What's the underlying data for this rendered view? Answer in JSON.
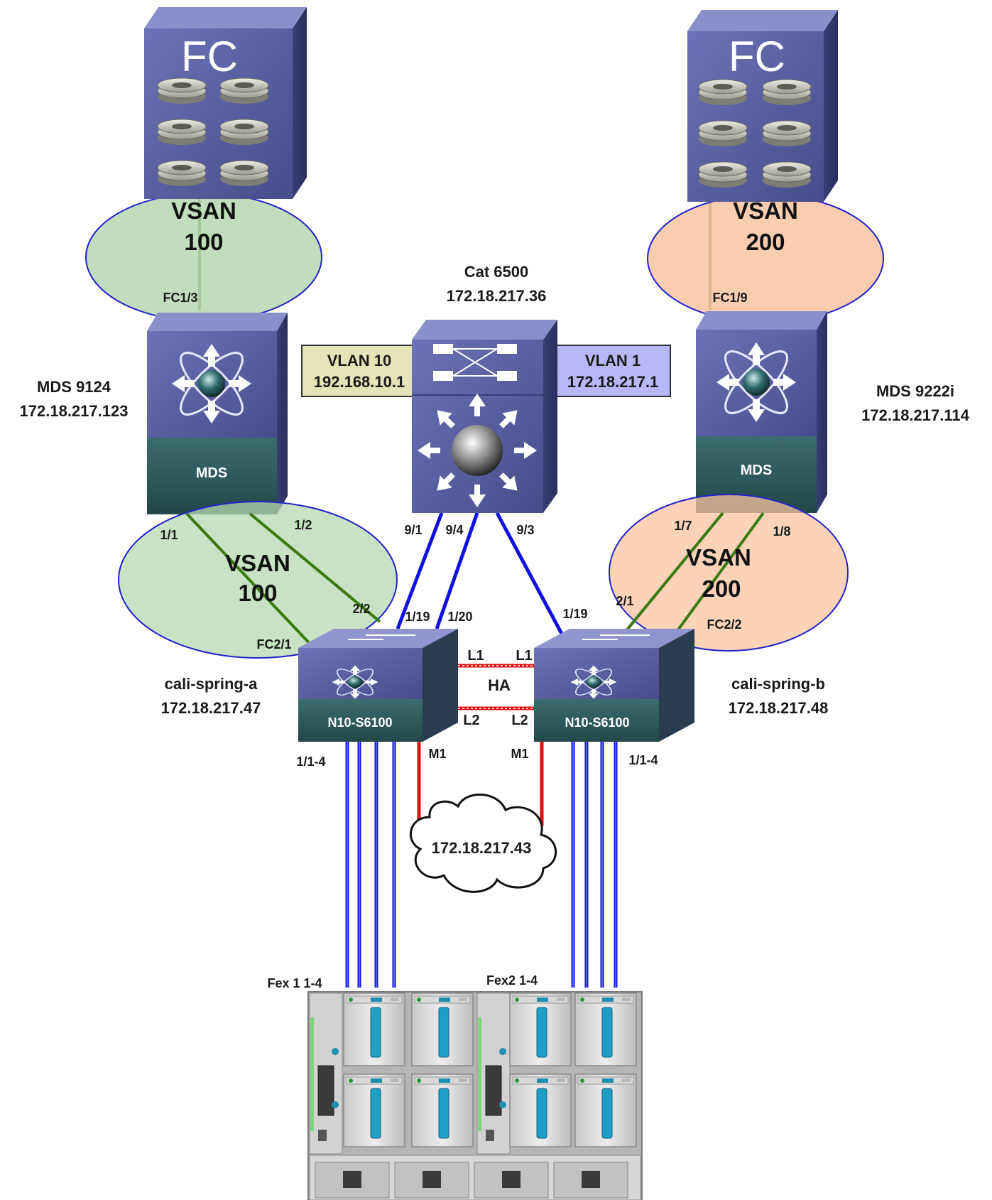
{
  "devices": {
    "storage_left": {
      "label": "FC"
    },
    "storage_right": {
      "label": "FC"
    },
    "mds_left": {
      "badge": "MDS",
      "name": "MDS 9124",
      "ip": "172.18.217.123"
    },
    "mds_right": {
      "badge": "MDS",
      "name": "MDS 9222i",
      "ip": "172.18.217.114"
    },
    "cat6500": {
      "name": "Cat 6500",
      "ip": "172.18.217.36"
    },
    "fi_a": {
      "badge": "N10-S6100",
      "name": "cali-spring-a",
      "ip": "172.18.217.47"
    },
    "fi_b": {
      "badge": "N10-S6100",
      "name": "cali-spring-b",
      "ip": "172.18.217.48"
    },
    "cloud": {
      "label": "172.18.217.43"
    }
  },
  "vlans": {
    "left": {
      "name": "VLAN 10",
      "ip": "192.168.10.1",
      "color": "#e4e4b8"
    },
    "right": {
      "name": "VLAN 1",
      "ip": "172.18.217.1",
      "color": "#b8b8f8"
    }
  },
  "vsans": {
    "top_left": {
      "word": "VSAN",
      "num": "100",
      "color": "#b6d8b0"
    },
    "bottom_left": {
      "word": "VSAN",
      "num": "100",
      "color": "#b6d8b0"
    },
    "top_right": {
      "word": "VSAN",
      "num": "200",
      "color": "#f8c4a2"
    },
    "bottom_right": {
      "word": "VSAN",
      "num": "200",
      "color": "#f8c4a2"
    }
  },
  "ports": {
    "fc1_3": "FC1/3",
    "fc1_9": "FC1/9",
    "p1_1": "1/1",
    "p1_2": "1/2",
    "p2_2": "2/2",
    "fc2_1": "FC2/1",
    "p9_1": "9/1",
    "p9_4": "9/4",
    "p9_3": "9/3",
    "p1_19_a": "1/19",
    "p1_20": "1/20",
    "p1_19_b": "1/19",
    "p1_7": "1/7",
    "p1_8": "1/8",
    "p2_1": "2/1",
    "fc2_2": "FC2/2",
    "l1_a": "L1",
    "l1_b": "L1",
    "l2_a": "L2",
    "l2_b": "L2",
    "ha": "HA",
    "m1_a": "M1",
    "m1_b": "M1",
    "uplink_a": "1/1-4",
    "uplink_b": "1/1-4",
    "fex1": "Fex 1 1-4",
    "fex2": "Fex2 1-4"
  },
  "colors": {
    "device_blue": "#5a5fa0",
    "device_dark": "#2f5a5c",
    "link_blue": "#1010e0",
    "link_red": "#e01010",
    "link_green": "#3a7a10",
    "ellipse_outline": "#2222cc"
  }
}
